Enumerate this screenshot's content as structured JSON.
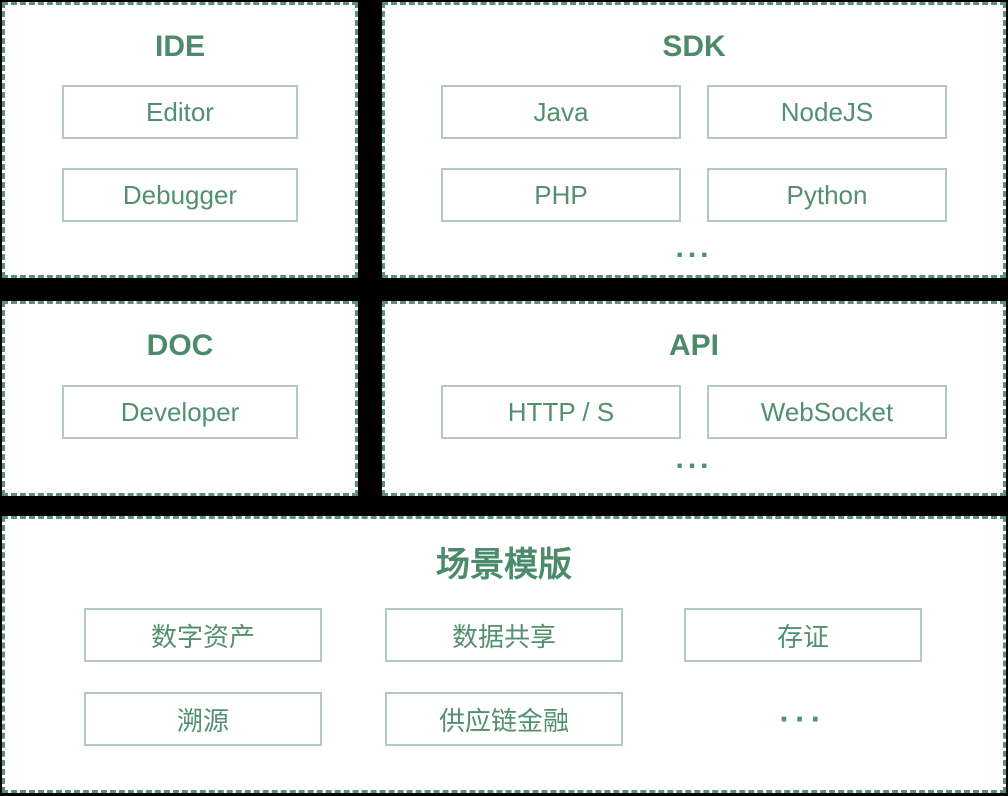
{
  "colors": {
    "background": "#000000",
    "panel_bg": "#ffffff",
    "dashed_border": "#5b9179",
    "title_text": "#4c8a6c",
    "box_border": "#b3c9bb",
    "box_text": "#53906f"
  },
  "panels": {
    "ide": {
      "title": "IDE",
      "items": [
        "Editor",
        "Debugger"
      ]
    },
    "sdk": {
      "title": "SDK",
      "items": [
        "Java",
        "NodeJS",
        "PHP",
        "Python"
      ],
      "more": "..."
    },
    "doc": {
      "title": "DOC",
      "items": [
        "Developer"
      ]
    },
    "api": {
      "title": "API",
      "items": [
        "HTTP / S",
        "WebSocket"
      ],
      "more": "..."
    },
    "scenario": {
      "title": "场景模版",
      "items": [
        "数字资产",
        "数据共享",
        "存证",
        "溯源",
        "供应链金融"
      ],
      "more": "···"
    }
  }
}
